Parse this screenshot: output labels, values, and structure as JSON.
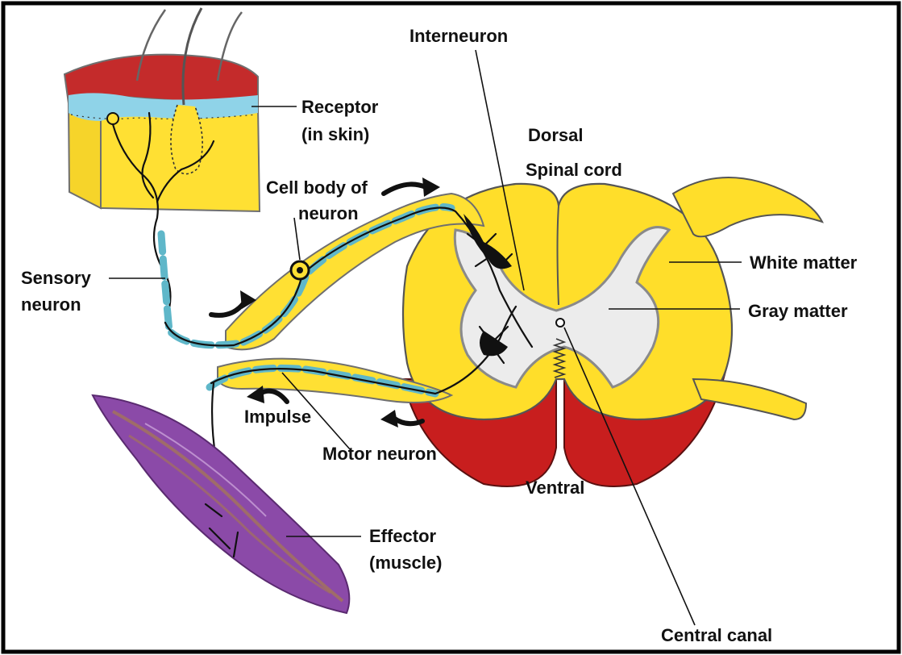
{
  "colors": {
    "frame": "#000000",
    "white_matter": "#ffde2a",
    "gray_matter": "#ececec",
    "ventral_root_red": "#c81e1e",
    "skin_red": "#c42b2b",
    "skin_blue": "#8fd3e8",
    "myelin_blue": "#5fb7c9",
    "muscle_purple": "#8b4aa8",
    "muscle_brown": "#a87a4e"
  },
  "labels": {
    "interneuron": "Interneuron",
    "receptor_line1": "Receptor",
    "receptor_line2": "(in skin)",
    "dorsal": "Dorsal",
    "spinal_cord": "Spinal cord",
    "cell_body_line1": "Cell body of",
    "cell_body_line2": "neuron",
    "white_matter": "White matter",
    "sensory_line1": "Sensory",
    "sensory_line2": "neuron",
    "gray_matter": "Gray matter",
    "impulse": "Impulse",
    "motor_neuron": "Motor neuron",
    "ventral": "Ventral",
    "effector_line1": "Effector",
    "effector_line2": "(muscle)",
    "central_canal": "Central canal"
  },
  "icons": [
    "impulse-arrow-icon",
    "neuron-cell-body-icon"
  ]
}
